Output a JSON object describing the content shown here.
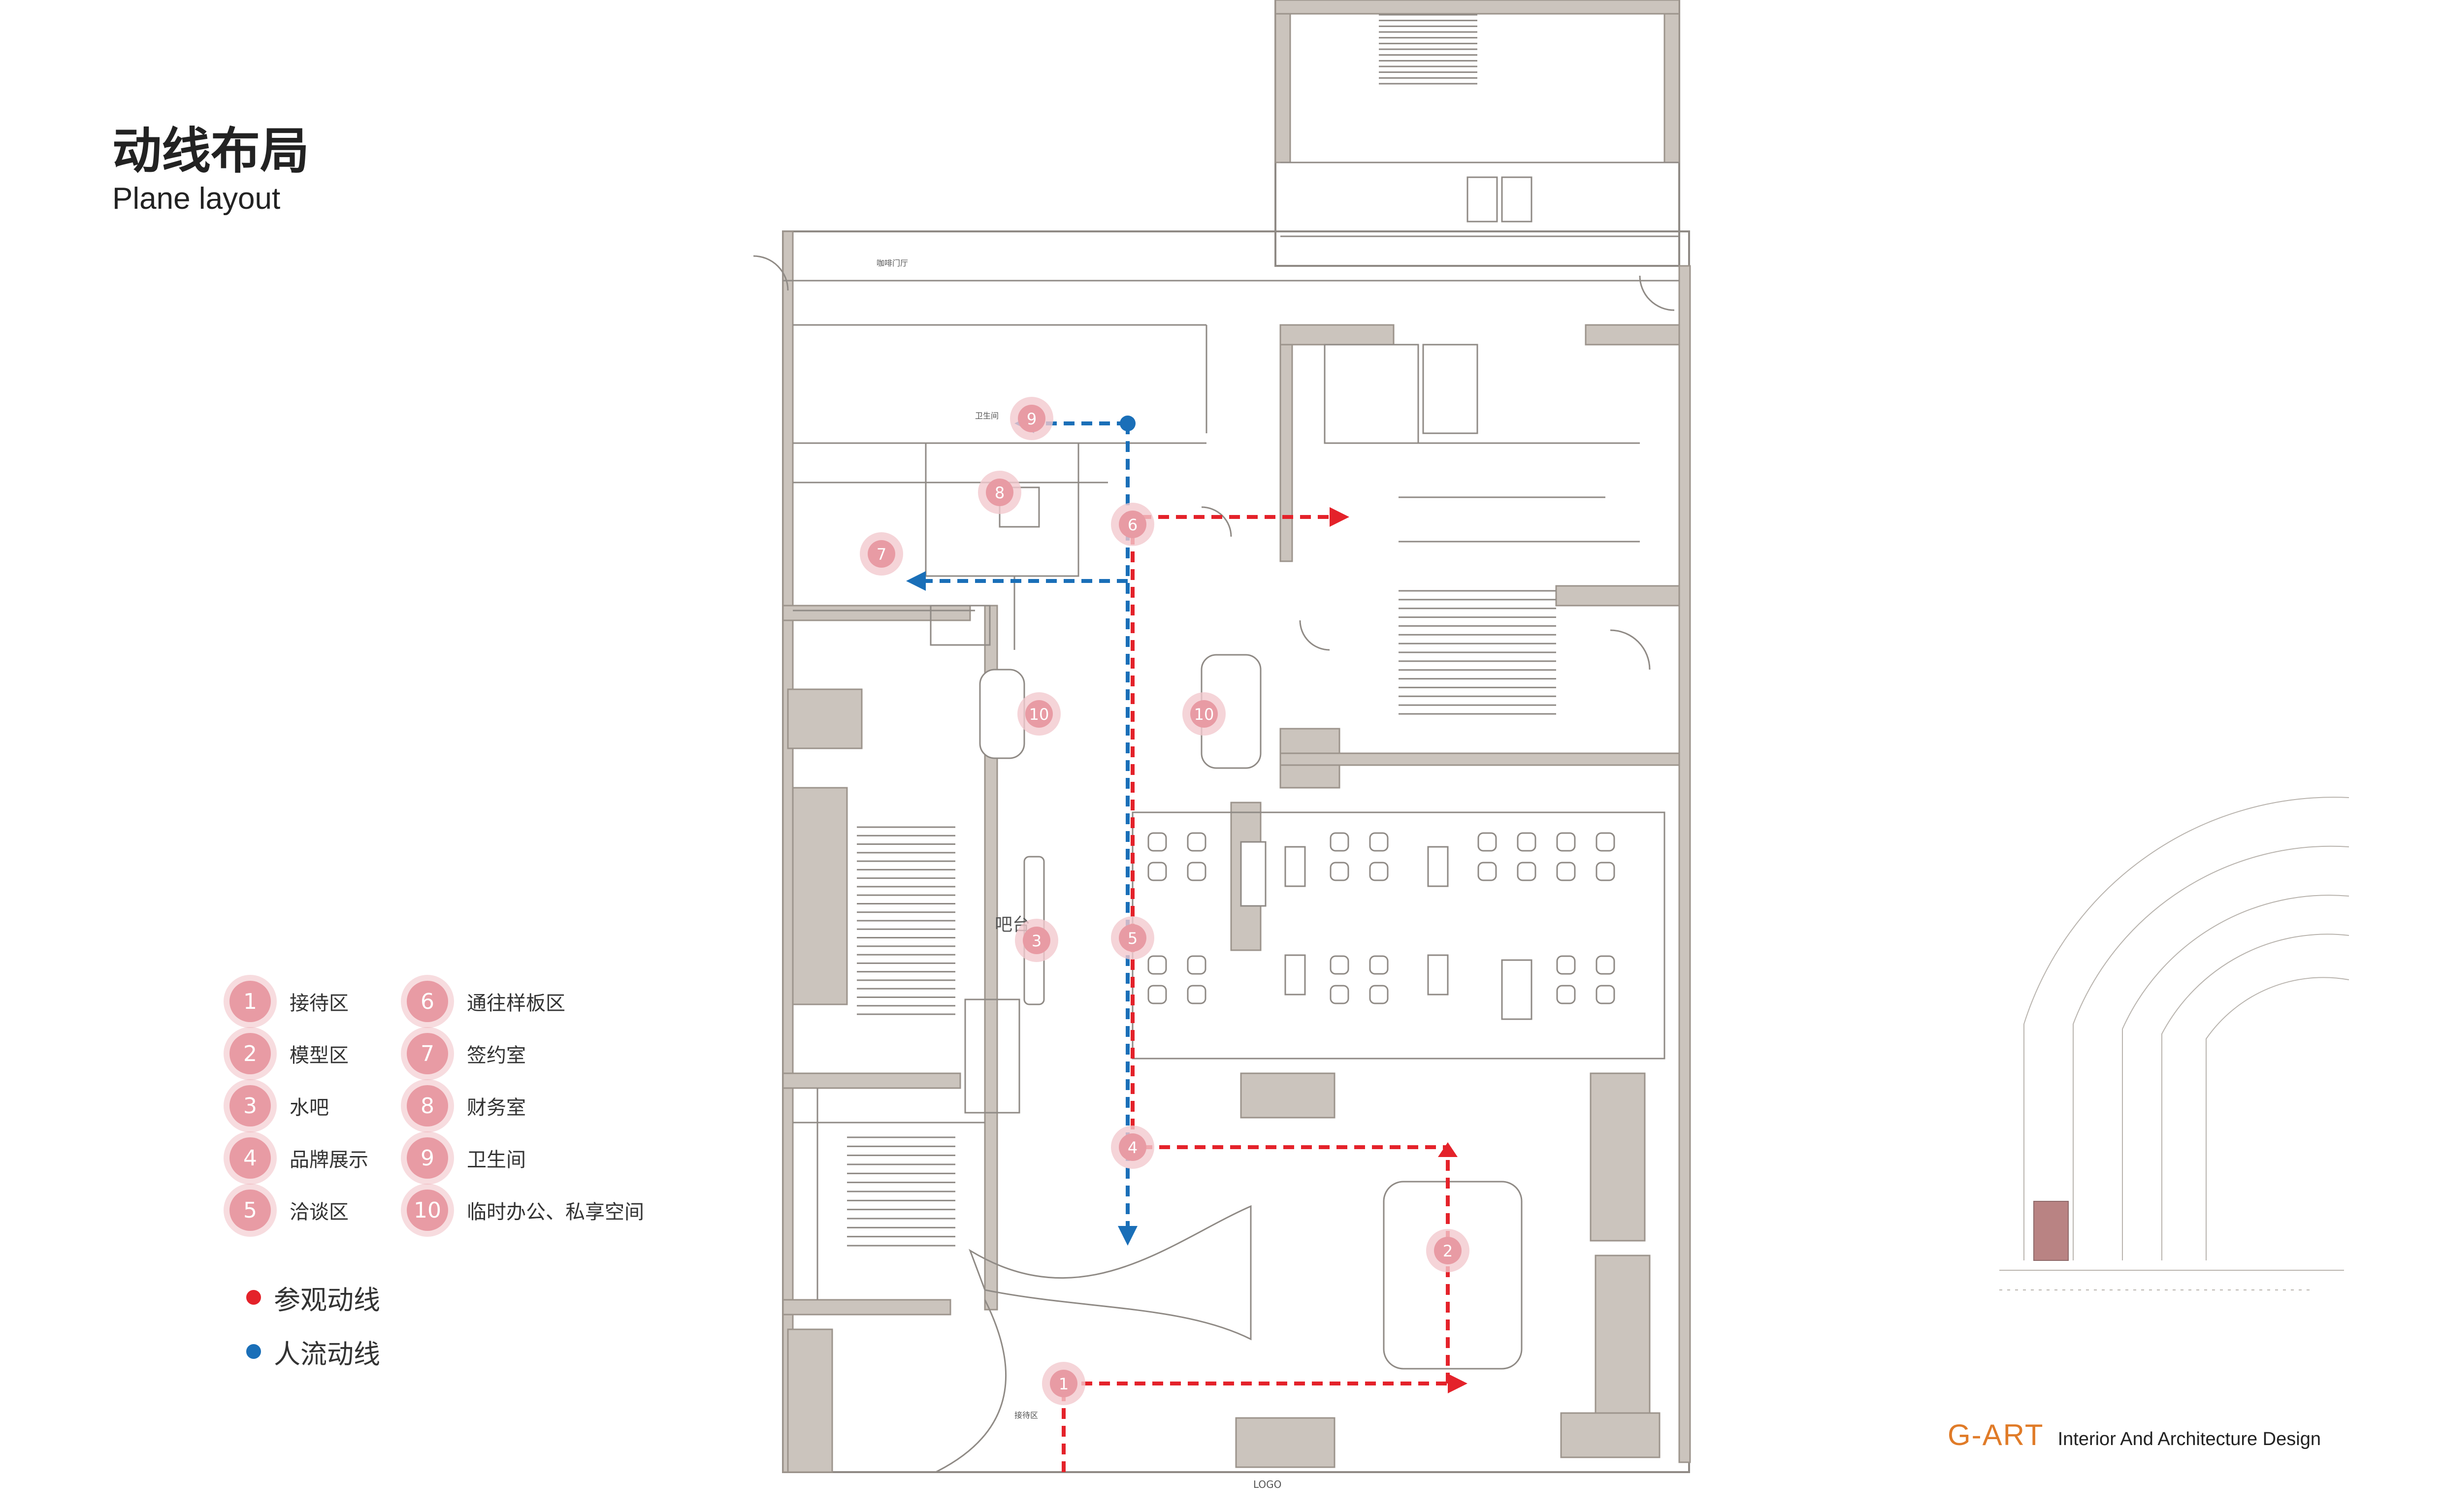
{
  "title": {
    "cn": "动线布局",
    "en": "Plane layout"
  },
  "plan_labels": {
    "bar": "吧台",
    "logo": "LOGO",
    "cafe": "咖啡门厅",
    "restroom": "卫生间",
    "reception": "接待区"
  },
  "markers": [
    "1",
    "2",
    "3",
    "4",
    "5",
    "6",
    "7",
    "8",
    "9",
    "10"
  ],
  "legend": [
    {
      "num": "1",
      "label": "接待区"
    },
    {
      "num": "2",
      "label": "模型区"
    },
    {
      "num": "3",
      "label": "水吧"
    },
    {
      "num": "4",
      "label": "品牌展示"
    },
    {
      "num": "5",
      "label": "洽谈区"
    },
    {
      "num": "6",
      "label": "通往样板区"
    },
    {
      "num": "7",
      "label": "签约室"
    },
    {
      "num": "8",
      "label": "财务室"
    },
    {
      "num": "9",
      "label": "卫生间"
    },
    {
      "num": "10",
      "label": "临时办公、私享空间"
    }
  ],
  "routes": [
    {
      "label": "参观动线",
      "color": "#e4222a"
    },
    {
      "label": "人流动线",
      "color": "#1a6fb8"
    }
  ],
  "colors": {
    "wall": "#cbc4bd",
    "wall_dark": "#9c948c",
    "line": "#8f8a85",
    "marker": "#e89ba4",
    "marker_halo": "#f3c9ce",
    "visit_route": "#e4222a",
    "people_route": "#1a6fb8",
    "brand": "#e07b28"
  },
  "brand": {
    "name": "G-ART",
    "tagline": "Interior And Architecture Design"
  }
}
